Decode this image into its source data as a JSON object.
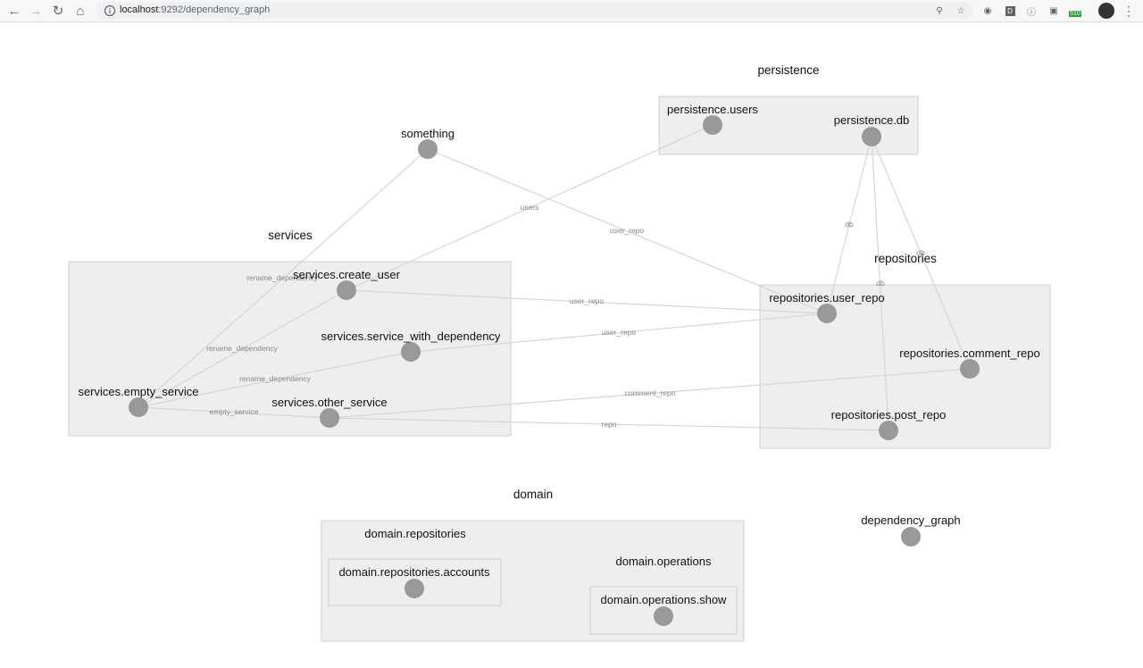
{
  "browser": {
    "url": "localhost:9292/dependency_graph",
    "url_host": "localhost",
    "url_rest": ":9292/dependency_graph",
    "badge_count": "510"
  },
  "colors": {
    "node_fill": "#999999",
    "cluster_fill": "#eceeef",
    "edge_stroke": "#d6d6d6"
  },
  "graph": {
    "groups": {
      "persistence": "persistence",
      "services": "services",
      "repositories": "repositories",
      "domain": "domain",
      "domain_repositories": "domain.repositories",
      "domain_operations": "domain.operations"
    },
    "nodes": {
      "persistence_users": "persistence.users",
      "persistence_db": "persistence.db",
      "something": "something",
      "services_create_user": "services.create_user",
      "services_service_with_dependency": "services.service_with_dependency",
      "services_empty_service": "services.empty_service",
      "services_other_service": "services.other_service",
      "repositories_user_repo": "repositories.user_repo",
      "repositories_comment_repo": "repositories.comment_repo",
      "repositories_post_repo": "repositories.post_repo",
      "domain_repositories_accounts": "domain.repositories.accounts",
      "domain_operations_show": "domain.operations.show",
      "dependency_graph": "dependency_graph"
    },
    "edge_labels": {
      "users": "users",
      "user_repo_1": "user_repo",
      "rename_dependency_1": "rename_dependency",
      "rename_dependency_2": "rename_dependency",
      "rename_dependency_3": "rename_dependency",
      "db_1": "db",
      "db_2": "db",
      "db_3": "db",
      "user_repo_2": "user_repo",
      "user_repo_3": "user_repo",
      "comment_repo": "comment_repo",
      "empty_service": "empty_service",
      "repo": "repo"
    }
  }
}
